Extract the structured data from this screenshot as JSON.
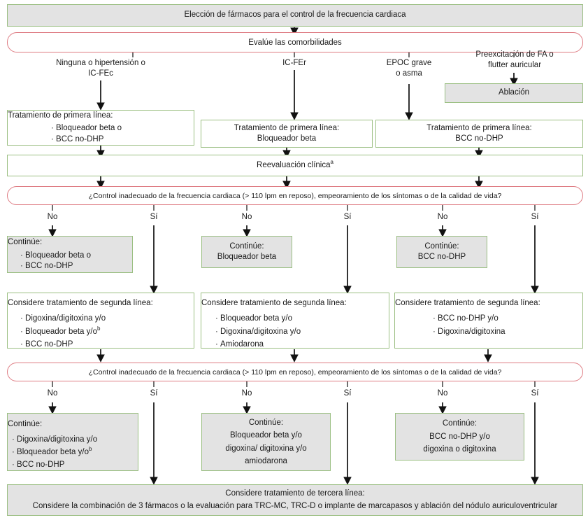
{
  "title_box": {
    "text": "Elección de fármacos para el control de la frecuencia cardiaca"
  },
  "assess_box": {
    "text": "Evalúe las comorbilidades"
  },
  "branch_labels": [
    {
      "id": "none-htn-hfpef",
      "text": "Ninguna o hipertensión o\nIC-FEc"
    },
    {
      "id": "hfref",
      "text": "IC-FEr"
    },
    {
      "id": "copd-asthma",
      "text": "EPOC grave\no asma"
    },
    {
      "id": "preexcitation",
      "text": "Preexcitación de FA o\nflutter auricular"
    }
  ],
  "ablation_box": {
    "text": "Ablación"
  },
  "first_line": [
    {
      "id": "first-line-1",
      "heading": "Tratamiento de primera línea:",
      "items": [
        "Bloqueador beta o",
        "BCC no-DHP"
      ]
    },
    {
      "id": "first-line-2",
      "heading": "Tratamiento de primera línea:",
      "line2": "Bloqueador beta"
    },
    {
      "id": "first-line-3",
      "heading": "Tratamiento de primera línea:",
      "line2": "BCC no-DHP"
    }
  ],
  "reassessment_box": {
    "text": "Reevaluación clínica",
    "footnote": "a"
  },
  "decision_1": {
    "text": "¿Control inadecuado de la frecuencia cardiaca (> 110 lpm en reposo), empeoramiento de los síntomas o de la calidad de vida?"
  },
  "decision_2": {
    "text": "¿Control inadecuado de la frecuencia cardiaca (> 110 lpm en reposo), empeoramiento de los síntomas o de la calidad de vida?"
  },
  "yes_no_row_1": [
    {
      "id": "no-1",
      "text": "No"
    },
    {
      "id": "si-1",
      "text": "Sí"
    },
    {
      "id": "no-2",
      "text": "No"
    },
    {
      "id": "si-2",
      "text": "Sí"
    },
    {
      "id": "no-3",
      "text": "No"
    },
    {
      "id": "si-3",
      "text": "Sí"
    }
  ],
  "yes_no_row_2": [
    {
      "id": "no-4",
      "text": "No"
    },
    {
      "id": "si-4",
      "text": "Sí"
    },
    {
      "id": "no-5",
      "text": "No"
    },
    {
      "id": "si-5",
      "text": "Sí"
    },
    {
      "id": "no-6",
      "text": "No"
    },
    {
      "id": "si-6",
      "text": "Sí"
    }
  ],
  "continue_row_1": [
    {
      "id": "continue-1",
      "heading": "Continúe:",
      "items": [
        "Bloqueador beta o",
        "BCC no-DHP"
      ]
    },
    {
      "id": "continue-2",
      "heading": "Continúe:",
      "line2": "Bloqueador beta"
    },
    {
      "id": "continue-3",
      "heading": "Continúe:",
      "line2": "BCC no-DHP"
    }
  ],
  "second_line": [
    {
      "id": "second-line-1",
      "heading": "Considere tratamiento de segunda línea:",
      "items": [
        "Digoxina/digitoxina y/o",
        "Bloqueador beta y/o",
        "BCC no-DHP"
      ],
      "footnote_on_item": 1,
      "footnote": "b"
    },
    {
      "id": "second-line-2",
      "heading": "Considere tratamiento de segunda línea:",
      "items": [
        "Bloqueador beta y/o",
        "Digoxina/digitoxina y/o",
        "Amiodarona"
      ]
    },
    {
      "id": "second-line-3",
      "heading": "Considere tratamiento de segunda línea:",
      "items": [
        "BCC no-DHP y/o",
        "Digoxina/digitoxina"
      ]
    }
  ],
  "continue_row_2": [
    {
      "id": "continue-4",
      "heading": "Continúe:",
      "items": [
        "Digoxina/digitoxina y/o",
        "Bloqueador beta y/o",
        "BCC no-DHP"
      ],
      "footnote_on_item": 1,
      "footnote": "b"
    },
    {
      "id": "continue-5",
      "heading": "Continúe:",
      "lines": [
        "Bloqueador beta y/o",
        "digoxina/ digitoxina y/o",
        "amiodarona"
      ]
    },
    {
      "id": "continue-6",
      "heading": "Continúe:",
      "lines": [
        "BCC no-DHP y/o",
        "digoxina o digitoxina"
      ]
    }
  ],
  "third_line_box": {
    "heading": "Considere tratamiento de tercera línea:",
    "text": "Considere la combinación de 3 fármacos o la evaluación para TRC-MC, TRC-D o implante de marcapasos y ablación del nódulo auriculoventricular"
  },
  "colors": {
    "green_border": "#9bbf82",
    "red_border": "#de7b82",
    "grey_fill": "#e3e3e3",
    "white_fill": "#ffffff",
    "line": "#111111",
    "text": "#1a1a1a"
  }
}
